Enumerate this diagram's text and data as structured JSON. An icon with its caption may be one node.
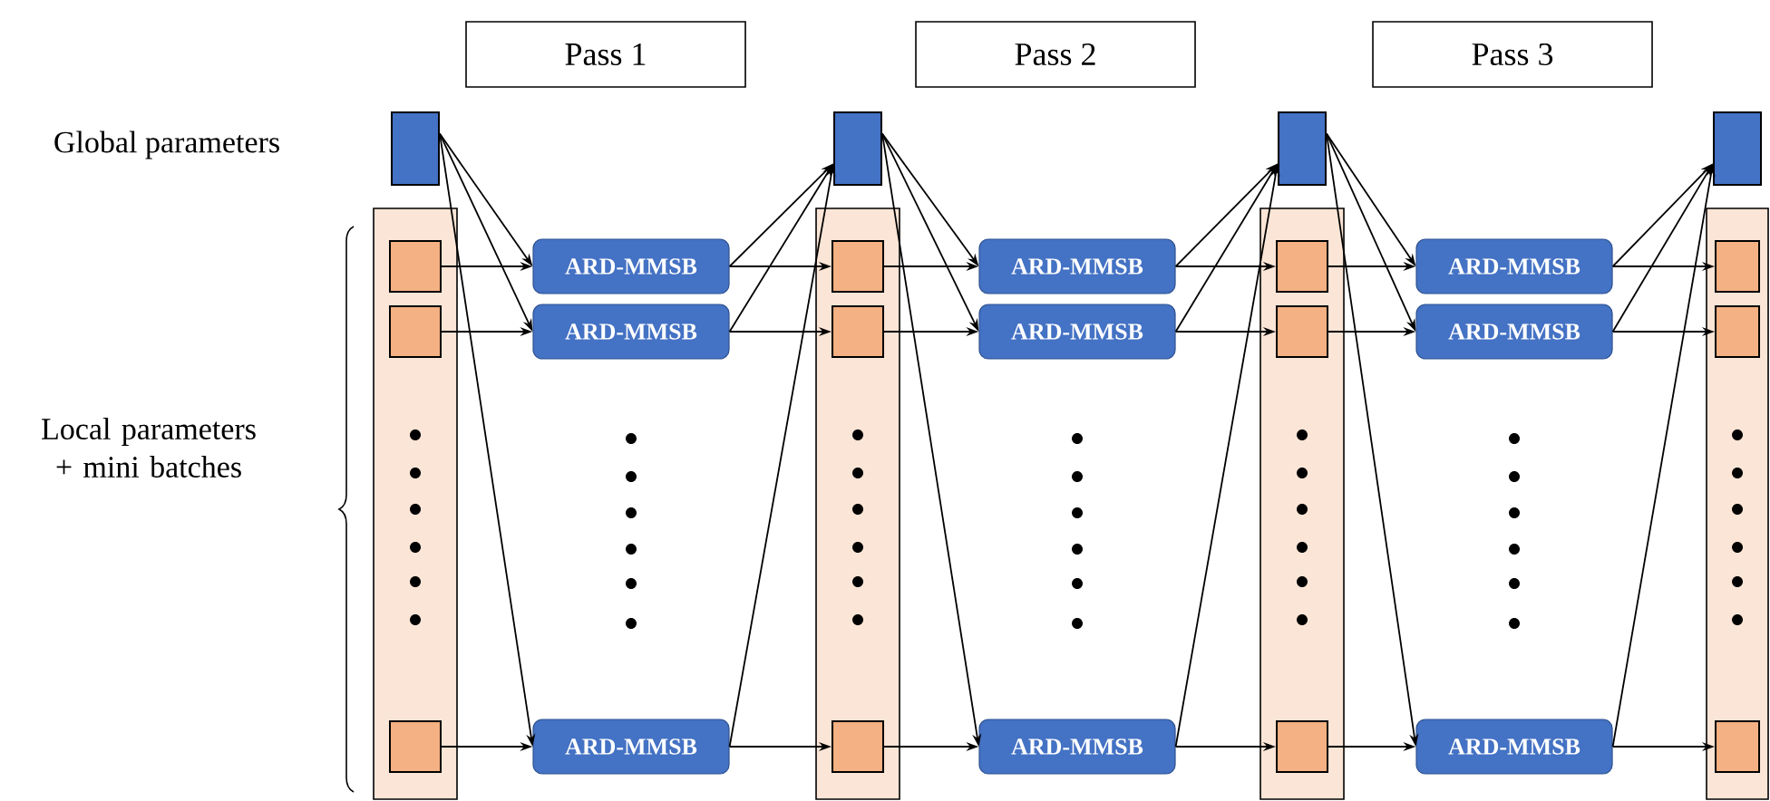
{
  "diagram": {
    "nodes": [
      {
        "text": [
          "Pass 1"
        ]
      },
      {
        "text": [
          "Pass 2"
        ]
      },
      {
        "text": [
          "Pass 3"
        ]
      },
      {
        "text": [],
        "shape": "box"
      },
      {
        "text": [],
        "shape": "bar"
      },
      {
        "text": [],
        "shape": "box",
        "in": 4
      },
      {
        "text": [],
        "shape": "box",
        "in": 4
      },
      {
        "text": [],
        "shape": "box",
        "in": 4
      },
      {
        "text": [],
        "shape": "box"
      },
      {
        "text": [],
        "shape": "bar"
      },
      {
        "text": [],
        "shape": "box",
        "in": 9
      },
      {
        "text": [],
        "shape": "box",
        "in": 9
      },
      {
        "text": [],
        "shape": "box",
        "in": 9
      },
      {
        "text": [],
        "shape": "box"
      },
      {
        "text": [],
        "shape": "bar"
      },
      {
        "text": [],
        "shape": "box",
        "in": 14
      },
      {
        "text": [],
        "shape": "box",
        "in": 14
      },
      {
        "text": [],
        "shape": "box",
        "in": 14
      },
      {
        "text": [],
        "shape": "box"
      },
      {
        "text": [],
        "shape": "bar"
      },
      {
        "text": [],
        "shape": "box",
        "in": 19
      },
      {
        "text": [],
        "shape": "box",
        "in": 19
      },
      {
        "text": [],
        "shape": "box",
        "in": 19
      },
      {
        "text": [
          "ARD-MMSB"
        ]
      },
      {
        "text": [
          "ARD-MMSB"
        ]
      },
      {
        "text": [
          "ARD-MMSB"
        ]
      },
      {
        "text": [
          "ARD-MMSB"
        ]
      },
      {
        "text": [
          "ARD-MMSB"
        ]
      },
      {
        "text": [
          "ARD-MMSB"
        ]
      },
      {
        "text": [
          "ARD-MMSB"
        ]
      },
      {
        "text": [
          "ARD-MMSB"
        ]
      },
      {
        "text": [
          "ARD-MMSB"
        ]
      }
    ],
    "edges": [
      {
        "from": 3,
        "to": 23,
        "arrow": "to"
      },
      {
        "from": 3,
        "to": 24,
        "arrow": "to"
      },
      {
        "from": 3,
        "to": 25,
        "arrow": "to"
      },
      {
        "from": 5,
        "to": 23,
        "arrow": "to"
      },
      {
        "from": 6,
        "to": 24,
        "arrow": "to"
      },
      {
        "from": 7,
        "to": 25,
        "arrow": "to"
      },
      {
        "from": 23,
        "to": 8,
        "arrow": "to"
      },
      {
        "from": 24,
        "to": 8,
        "arrow": "to"
      },
      {
        "from": 25,
        "to": 8,
        "arrow": "to"
      },
      {
        "from": 23,
        "to": 10,
        "arrow": "to"
      },
      {
        "from": 24,
        "to": 11,
        "arrow": "to"
      },
      {
        "from": 25,
        "to": 12,
        "arrow": "to"
      },
      {
        "from": 8,
        "to": 26,
        "arrow": "to"
      },
      {
        "from": 8,
        "to": 27,
        "arrow": "to"
      },
      {
        "from": 8,
        "to": 28,
        "arrow": "to"
      },
      {
        "from": 10,
        "to": 26,
        "arrow": "to"
      },
      {
        "from": 11,
        "to": 27,
        "arrow": "to"
      },
      {
        "from": 12,
        "to": 28,
        "arrow": "to"
      },
      {
        "from": 26,
        "to": 13,
        "arrow": "to"
      },
      {
        "from": 27,
        "to": 13,
        "arrow": "to"
      },
      {
        "from": 28,
        "to": 13,
        "arrow": "to"
      },
      {
        "from": 26,
        "to": 15,
        "arrow": "to"
      },
      {
        "from": 27,
        "to": 16,
        "arrow": "to"
      },
      {
        "from": 28,
        "to": 17,
        "arrow": "to"
      },
      {
        "from": 13,
        "to": 29,
        "arrow": "to"
      },
      {
        "from": 13,
        "to": 30,
        "arrow": "to"
      },
      {
        "from": 13,
        "to": 31,
        "arrow": "to"
      },
      {
        "from": 15,
        "to": 29,
        "arrow": "to"
      },
      {
        "from": 16,
        "to": 30,
        "arrow": "to"
      },
      {
        "from": 17,
        "to": 31,
        "arrow": "to"
      },
      {
        "from": 29,
        "to": 18,
        "arrow": "to"
      },
      {
        "from": 30,
        "to": 18,
        "arrow": "to"
      },
      {
        "from": 31,
        "to": 18,
        "arrow": "to"
      },
      {
        "from": 29,
        "to": 20,
        "arrow": "to"
      },
      {
        "from": 30,
        "to": 21,
        "arrow": "to"
      },
      {
        "from": 31,
        "to": 22,
        "arrow": "to"
      }
    ],
    "labels": [
      "Global parameters",
      "Local parameters + mini batches"
    ]
  }
}
